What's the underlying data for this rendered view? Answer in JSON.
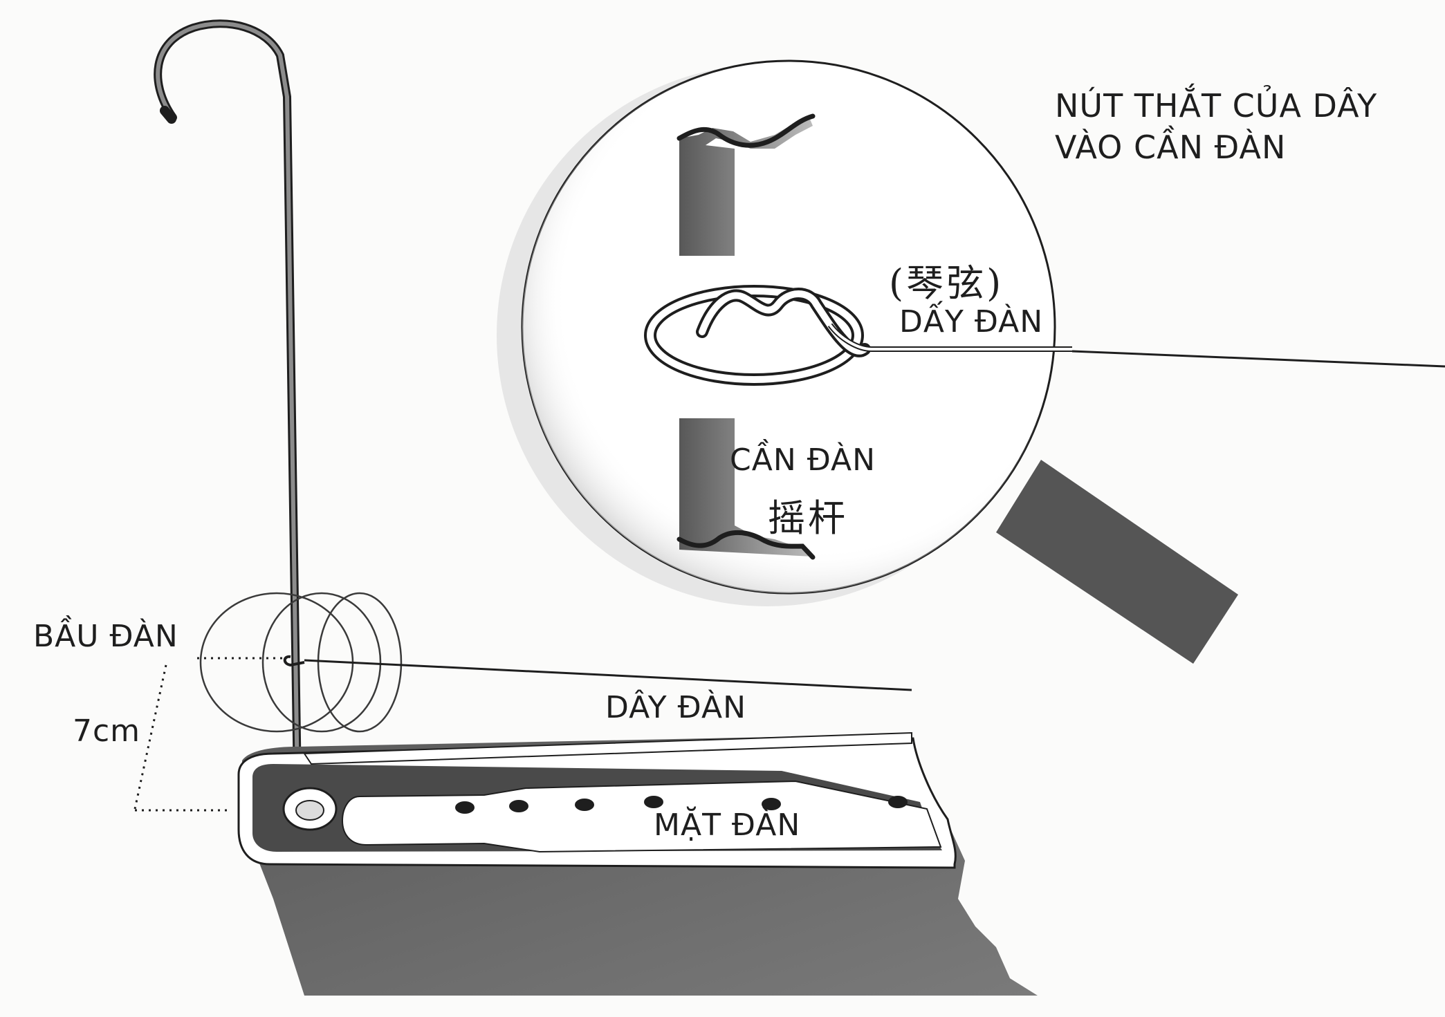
{
  "title": {
    "line1": "NÚT THẮT CỦA DÂY",
    "line2": "VÀO CẦN ĐÀN"
  },
  "labels": {
    "day_dan_zoom": "DẤY ĐÀN",
    "day_dan_zoom_cn": "(琴弦)",
    "can_dan": "CẦN ĐÀN",
    "can_dan_cn": "摇杆",
    "bau_dan": "BẦU ĐÀN",
    "distance": "7cm",
    "day_dan": "DÂY ĐÀN",
    "mat_dan": "MẶT ĐÀN"
  },
  "colors": {
    "ink": "#1e1e1e",
    "shade": "#6d6d6d",
    "dark": "#4a4a4a"
  }
}
